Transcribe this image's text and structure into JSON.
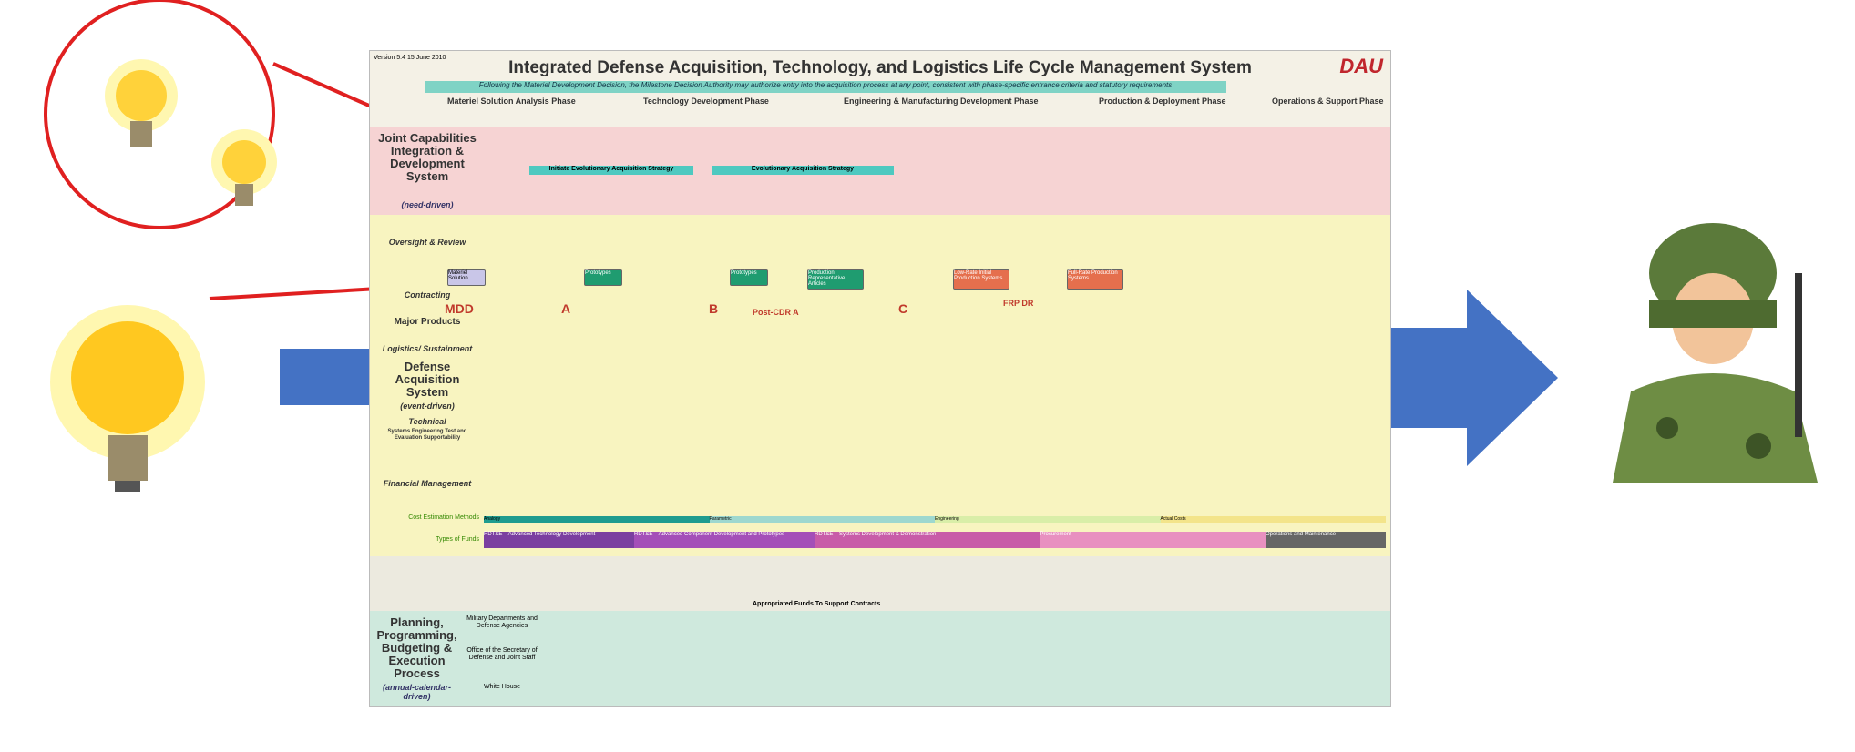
{
  "chart": {
    "version": "Version 5.4 15 June 2010",
    "title": "Integrated Defense Acquisition, Technology, and Logistics Life Cycle Management System",
    "logo": "DAU",
    "banner": "Following the Materiel Development Decision, the Milestone Decision Authority may authorize entry into the acquisition process at any point, consistent with phase-specific entrance criteria and statutory requirements",
    "phases": [
      "Materiel Solution Analysis Phase",
      "Technology Development Phase",
      "Engineering & Manufacturing Development Phase",
      "Production & Deployment Phase",
      "Operations & Support Phase"
    ],
    "milestones": [
      "MDD",
      "A",
      "B",
      "C",
      "FRP DR",
      "Post-CDR A"
    ],
    "strategies": [
      "Initiate Evolutionary Acquisition Strategy",
      "Evolutionary Acquisition Strategy"
    ],
    "rows": {
      "jcids": "Joint Capabilities Integration & Development System",
      "jcids_sub": "(need-driven)",
      "oversight": "Oversight & Review",
      "contracting": "Contracting",
      "products": "Major Products",
      "logistics": "Logistics/ Sustainment",
      "das": "Defense Acquisition System",
      "das_sub": "(event-driven)",
      "technical": "Technical",
      "technical_sub": "Systems Engineering Test and Evaluation Supportability",
      "financial": "Financial Management",
      "cost": "Cost Estimation Methods",
      "funds": "Types of Funds",
      "ppbe": "Planning, Programming, Budgeting & Execution Process",
      "ppbe_sub": "(annual-calendar-driven)",
      "mil": "Military Departments and Defense Agencies",
      "osd": "Office of the Secretary of Defense and Joint Staff",
      "wh": "White House"
    },
    "products": [
      "Materiel Solution",
      "Prototypes",
      "Prototypes",
      "Production Representative Articles",
      "Low-Rate Initial Production Systems",
      "Full-Rate Production Systems"
    ],
    "funds": [
      "RDT&E – Advanced Technology Development",
      "RDT&E – Advanced Component Development and Prototypes",
      "RDT&E – Systems Development & Demonstration",
      "Procurement",
      "Operations and Maintenance"
    ],
    "cost_methods": [
      "Analogy",
      "Parametric",
      "Engineering",
      "Actual Costs"
    ],
    "approp": "Appropriated Funds To Support Contracts"
  },
  "colors": {
    "arrow": "#4472c4",
    "circle": "#e02020",
    "pink": "#f6d3d3",
    "yellow": "#f8f4c0",
    "green": "#cfe9dd"
  }
}
